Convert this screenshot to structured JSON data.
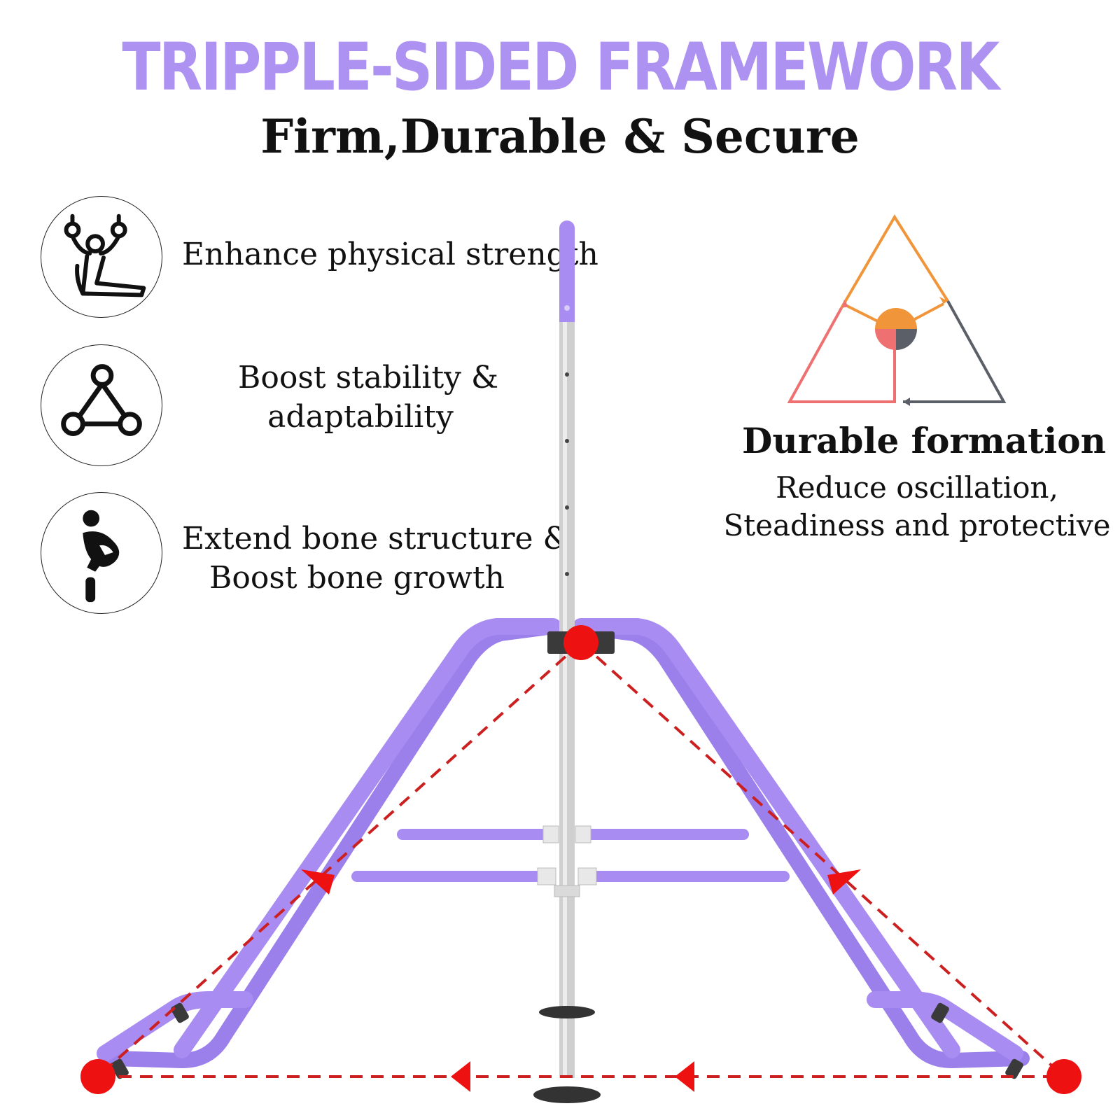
{
  "header": {
    "title": "TRIPPLE-SIDED FRAMEWORK",
    "subtitle": "Firm,Durable & Secure"
  },
  "features": [
    {
      "icon": "gymnastic-rings-icon",
      "line1": "Enhance physical strength",
      "line2": ""
    },
    {
      "icon": "triangle-nodes-icon",
      "line1": "Boost stability &",
      "line2": "adaptability"
    },
    {
      "icon": "stretching-person-icon",
      "line1": "Extend bone structure &",
      "line2": "Boost bone growth"
    }
  ],
  "durable": {
    "title": "Durable formation",
    "line1": "Reduce oscillation,",
    "line2": "Steadiness and protective"
  },
  "colors": {
    "accent": "#ad92f2",
    "frame": "#a78bf0",
    "frame_dark": "#8f73e0",
    "pole": "#c8c8c8",
    "marker": "#ee1111",
    "dash": "#cc1f1f",
    "logo_orange": "#f0953a",
    "logo_pink": "#ee7070",
    "logo_gray": "#5b6068"
  }
}
